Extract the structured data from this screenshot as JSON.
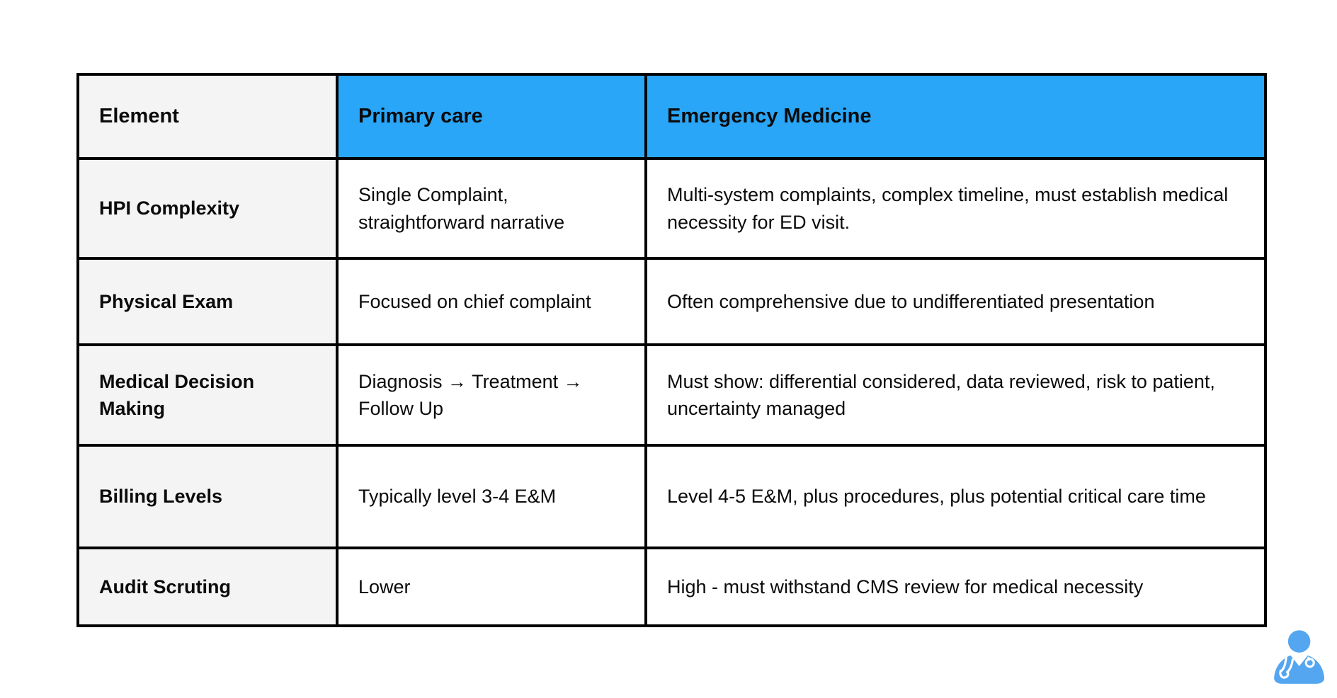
{
  "colors": {
    "accent": "#2aa6f9",
    "label_bg": "#f4f4f4",
    "border": "#000000",
    "logo_blue": "#54a6f0"
  },
  "table": {
    "header": {
      "columns": [
        {
          "label": "Element"
        },
        {
          "label": "Primary care"
        },
        {
          "label": "Emergency Medicine"
        }
      ]
    },
    "rows": [
      {
        "element": "HPI Complexity",
        "primary_care": "Single Complaint, straightforward narrative",
        "emergency_medicine": "Multi-system complaints, complex timeline, must establish medical necessity for ED visit."
      },
      {
        "element": "Physical Exam",
        "primary_care": "Focused on chief complaint",
        "emergency_medicine": "Often comprehensive due to undifferentiated presentation"
      },
      {
        "element": "Medical Decision Making",
        "primary_care": "Diagnosis → Treatment → Follow Up",
        "emergency_medicine": "Must show: differential considered, data reviewed, risk to patient, uncertainty managed"
      },
      {
        "element": "Billing Levels",
        "primary_care": "Typically level 3-4 E&M",
        "emergency_medicine": "Level 4-5 E&M, plus procedures, plus potential critical care time"
      },
      {
        "element": "Audit Scruting",
        "primary_care": "Lower",
        "emergency_medicine": "High - must withstand CMS review for medical necessity"
      }
    ]
  },
  "branding": {
    "logo_icon": "doctor-avatar-icon"
  }
}
